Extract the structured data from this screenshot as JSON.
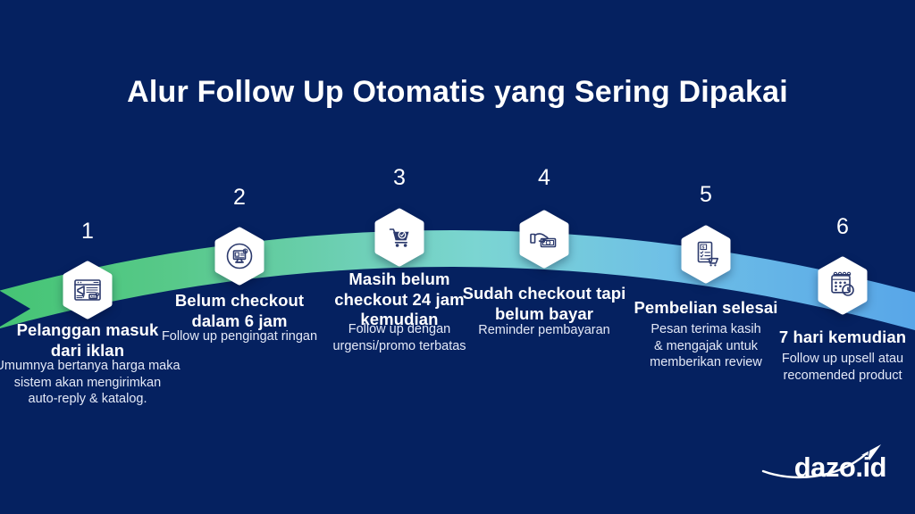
{
  "page": {
    "title": "Alur Follow Up Otomatis yang Sering Dipakai",
    "background_color": "#052160"
  },
  "band": {
    "shape": "arc",
    "gradient": [
      "#44c473",
      "#58c98a",
      "#6fd0b8",
      "#7bd5d2",
      "#6fc0e6",
      "#57a5e8"
    ],
    "hexagon_fill": "#ffffff",
    "icon_color": "#2c3a6d"
  },
  "steps": [
    {
      "number": "1",
      "icon": "ads-browser-icon",
      "title_lines": [
        "Pelanggan masuk",
        "dari iklan"
      ],
      "desc_lines": [
        "Umumnya bertanya harga maka",
        "sistem akan mengirimkan",
        "auto-reply & katalog."
      ]
    },
    {
      "number": "2",
      "icon": "monitor-reminder-icon",
      "title_lines": [
        "Belum checkout",
        "dalam 6 jam"
      ],
      "desc_lines": [
        "Follow up pengingat ringan"
      ]
    },
    {
      "number": "3",
      "icon": "cart-check-icon",
      "title_lines": [
        "Masih belum",
        "checkout 24 jam",
        "kemudian"
      ],
      "desc_lines": [
        "Follow up dengan",
        "urgensi/promo terbatas"
      ]
    },
    {
      "number": "4",
      "icon": "hand-payment-icon",
      "title_lines": [
        "Sudah checkout tapi",
        "belum bayar"
      ],
      "desc_lines": [
        "Reminder pembayaran"
      ]
    },
    {
      "number": "5",
      "icon": "invoice-cart-icon",
      "title_lines": [
        "Pembelian selesai"
      ],
      "desc_lines": [
        "Pesan terima kasih",
        "&  mengajak untuk",
        "memberikan review"
      ]
    },
    {
      "number": "6",
      "icon": "calendar-clock-icon",
      "title_lines": [
        "7 hari kemudian"
      ],
      "desc_lines": [
        "Follow up upsell atau",
        "recomended product"
      ]
    }
  ],
  "logo": {
    "text": "dazo.id"
  }
}
